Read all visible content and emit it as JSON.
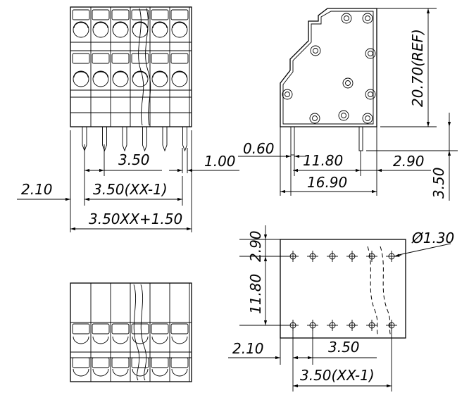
{
  "front_view": {
    "dims": {
      "pitch": "3.50",
      "pitch_span": "3.50(XX-1)",
      "edge_offset": "2.10",
      "overall_length": "3.50XX+1.50",
      "pin_width": "1.00"
    }
  },
  "side_view": {
    "dims": {
      "height_ref": "20.70(REF)",
      "pin_thickness": "0.60",
      "row_spacing": "11.80",
      "depth": "16.90",
      "rear_offset": "2.90",
      "pin_length": "3.50"
    }
  },
  "footprint_view": {
    "dims": {
      "hole_diameter": "Ø1.30",
      "row_offset": "2.90",
      "row_spacing": "11.80",
      "edge_offset": "2.10",
      "pitch": "3.50",
      "pitch_span": "3.50(XX-1)"
    }
  }
}
